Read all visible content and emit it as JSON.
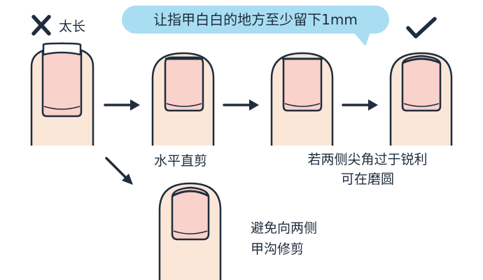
{
  "tip": "让指甲白白的地方至少留下1mm",
  "wrong_label": "太长",
  "captions": {
    "straight": "水平直剪",
    "sharp_line1": "若两侧尖角过于锐利",
    "sharp_line2": "可在磨圆",
    "avoid_line1": "避免向两侧",
    "avoid_line2": "甲沟修剪"
  },
  "colors": {
    "skin": "#fbe7d8",
    "nail": "#f9d2cb",
    "outline": "#1f2d3d",
    "bubble": "#a9def2",
    "background": "#ffffff"
  },
  "icons": [
    "cross-icon",
    "check-icon",
    "arrow-right-icon",
    "arrow-down-right-icon"
  ]
}
